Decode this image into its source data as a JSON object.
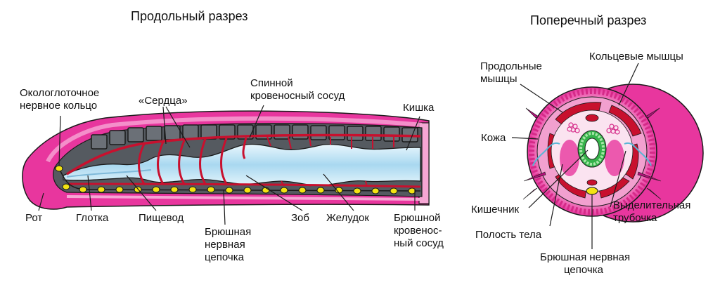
{
  "titles": {
    "longitudinal": "Продольный разрез",
    "transverse": "Поперечный разрез"
  },
  "labels_left": {
    "nerve_ring": [
      "Окологлоточное",
      "нервное кольцо"
    ],
    "hearts": "«Сердца»",
    "dorsal_vessel": [
      "Спинной",
      "кровеносный сосуд"
    ],
    "intestine": "Кишка",
    "mouth": "Рот",
    "pharynx": "Глотка",
    "esophagus": "Пищевод",
    "ventral_nerve_cord": [
      "Брюшная",
      "нервная",
      "цепочка"
    ],
    "crop": "Зоб",
    "stomach": "Желудок",
    "ventral_vessel": [
      "Брюшной",
      "кровенос-",
      "ный сосуд"
    ]
  },
  "labels_right": {
    "longitudinal_muscles": [
      "Продольные",
      "мышцы"
    ],
    "circular_muscles": "Кольцевые мышцы",
    "skin": "Кожа",
    "gut": "Кишечник",
    "excretory_tube": [
      "Выделительная",
      "трубочка"
    ],
    "body_cavity": "Полость тела",
    "ventral_cord": [
      "Брюшная нервная",
      "цепочка"
    ]
  },
  "colors": {
    "skin_pink": "#e8369e",
    "skin_light": "#f6a6d4",
    "muscle_gray": "#555a60",
    "vessel_red": "#c8102e",
    "gut_blue": "#bfe3f5",
    "nerve_yellow": "#f3e313",
    "gut_green": "#35b24a",
    "outline": "#1a1a1a"
  }
}
